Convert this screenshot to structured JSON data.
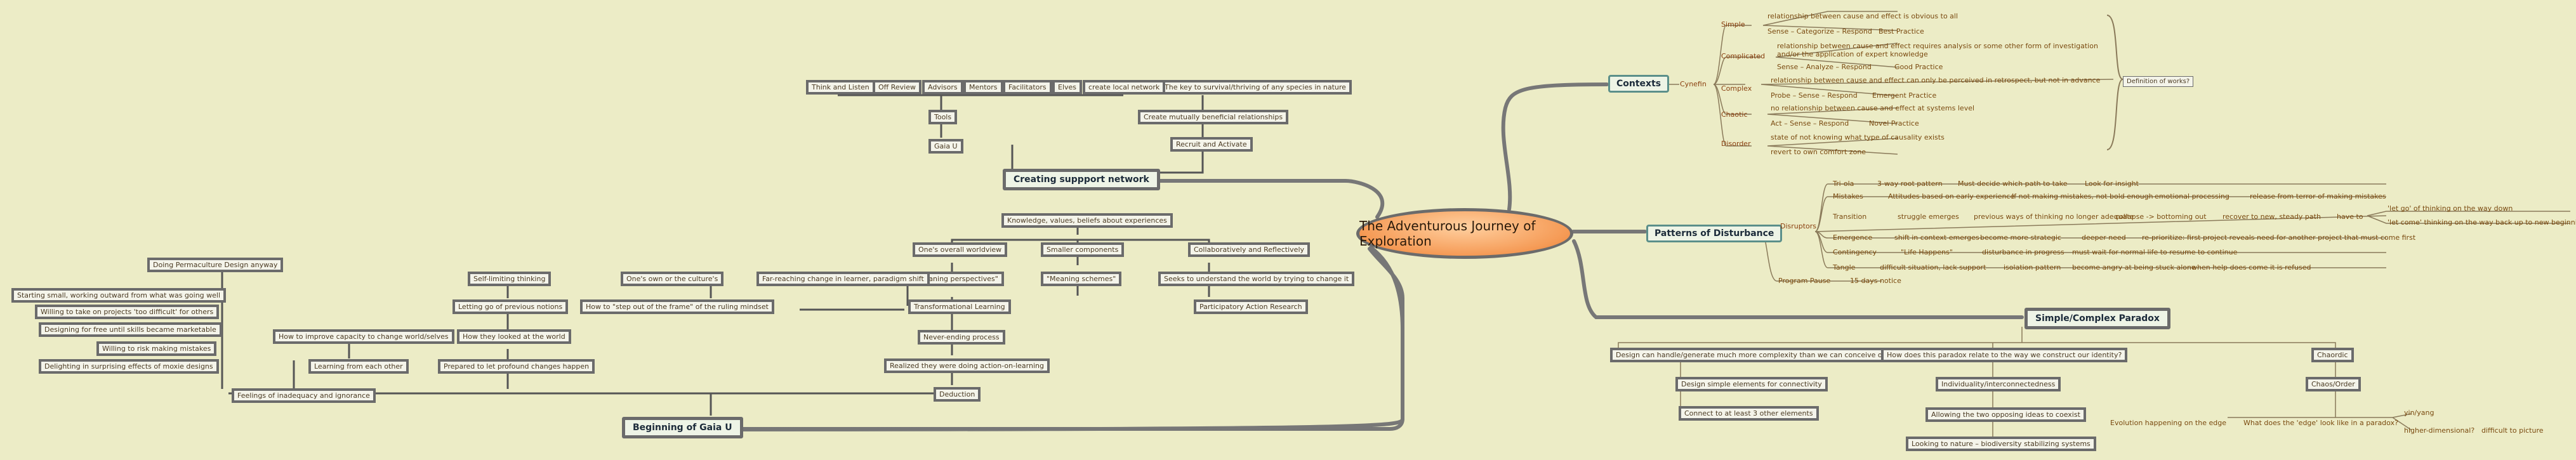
{
  "central": "The Adventurous Journey of Exploration",
  "support": {
    "title": "Creating suppport network",
    "recruit": "Recruit and Activate",
    "tools": "Tools",
    "gaia": "Gaia U",
    "create_rel": "Create mutually beneficial relationships",
    "key_survival": "The key to survival/thriving of any species in nature",
    "tools_items": [
      "Think and Listen",
      "Off Review",
      "Advisors",
      "Mentors",
      "Facilitators",
      "Elves",
      "create local network"
    ]
  },
  "transform": {
    "knowledge": "Knowledge, values, beliefs about experiences",
    "overall": "One's overall worldview",
    "smaller": "Smaller components",
    "collab": "Collaboratively and Reflectively",
    "meaning_persp": "\"Meaning perspectives\"",
    "meaning_schemes": "\"Meaning schemes\"",
    "far_reaching": "Far-reaching change in learner, paradigm shift",
    "transformational": "Transformational Learning",
    "participatory": "Participatory Action Research",
    "seeks": "Seeks to understand the world by trying to change it",
    "ones_own": "One's own or the culture's",
    "step_out": "How to \"step out of the frame\" of the ruling mindset",
    "never_ending": "Never-ending process",
    "realized": "Realized they were doing action-on-learning",
    "deduction": "Deduction"
  },
  "gaia_start": {
    "title": "Beginning of Gaia U",
    "feelings": "Feelings of inadequacy and ignorance",
    "learning": "Learning from each other",
    "improve": "How to improve capacity to change world/selves",
    "prepared": "Prepared to let profound changes happen",
    "how_looked": "How they looked at the world",
    "letting_go": "Letting go of previous notions",
    "self_limiting": "Self-limiting thinking",
    "doing_perma": "Doing Permaculture Design anyway",
    "starting_small": "Starting small, working outward from what was going well",
    "willing_take": "Willing to take on projects 'too difficult' for others",
    "designing": "Designing for free until skills became marketable",
    "willing_risk": "Willing to risk making mistakes",
    "delighting": "Delighting in surprising effects of moxie designs"
  },
  "contexts": {
    "title": "Contexts",
    "cynefin": "Cynefin",
    "simple": "Simple",
    "simple_rel": "relationship between cause and effect is obvious to all",
    "simple_sense": "Sense – Categorize – Respond",
    "simple_best": "Best Practice",
    "complicated": "Complicated",
    "complicated_rel": "relationship between cause and effect requires analysis or some other form of investigation and/or the application of expert knowledge",
    "complicated_sense": "Sense – Analyze – Respond",
    "complicated_good": "Good Practice",
    "complex": "Complex",
    "complex_rel": "relationship between cause and effect can only be perceived in retrospect, but not in advance",
    "complex_probe": "Probe – Sense – Respond",
    "complex_emergent": "Emergent Practice",
    "chaotic": "Chaotic",
    "chaotic_rel": "no relationship between cause and effect at systems level",
    "chaotic_act": "Act – Sense – Respond",
    "chaotic_novel": "Novel Practice",
    "disorder": "Disorder",
    "disorder_state": "state of not knowing what type of causality exists",
    "disorder_revert": "revert to own comfort zone",
    "def_works": "Definition of works?"
  },
  "patterns": {
    "title": "Patterns of Disturbance",
    "disruptors": "Disruptors",
    "program_pause": "Program Pause",
    "program_pause_val": "15 days notice",
    "triage": [
      "Tri-ola",
      "3-way root pattern",
      "Must decide which path to take",
      "Look for insight"
    ],
    "mistakes": [
      "Mistakes",
      "Attitudes based on early experience",
      "If not making mistakes, not bold enough",
      "emotional processing",
      "release from terror of making mistakes"
    ],
    "transition": [
      "Transition",
      "struggle emerges",
      "previous ways of thinking no longer adequate",
      "collapse -> bottoming out",
      "recover to new, steady path",
      "have to"
    ],
    "let_go": "'let go' of thinking on the way down",
    "let_come": "'let come' thinking on the way back up to new beginning",
    "emergence": [
      "Emergence",
      "shift in context emerges",
      "become more strategic",
      "deeper need",
      "re-prioritize: first project reveals need for another project that must come first"
    ],
    "contingency": [
      "Contingency",
      "\"Life Happens\"",
      "disturbance in progress",
      "must wait for normal life to resume to continue"
    ],
    "tangle": [
      "Tangle",
      "difficult situation, lack support",
      "isolation pattern",
      "become angry at being stuck alone",
      "when help does come it is refused"
    ]
  },
  "paradox": {
    "title": "Simple/Complex Paradox",
    "design_handle": "Design can handle/generate much more complexity than we can conceive or outline",
    "how_does": "How does this paradox relate to the way we construct our identity?",
    "design_simple": "Design simple elements for connectivity",
    "connect": "Connect to at least 3 other elements",
    "individuality": "Individuality/interconnectedness",
    "allowing": "Allowing the two opposing ideas to coexist",
    "looking": "Looking to nature – biodiversity stabilizing systems",
    "chaordic": "Chaordic",
    "chaos_order": "Chaos/Order",
    "yin_yang": "yin/yang",
    "evolution": "Evolution happening on the edge",
    "what_edge": "What does the 'edge' look like in a paradox?",
    "higher_dim": "higher-dimensional?",
    "difficult_pic": "difficult to picture"
  }
}
